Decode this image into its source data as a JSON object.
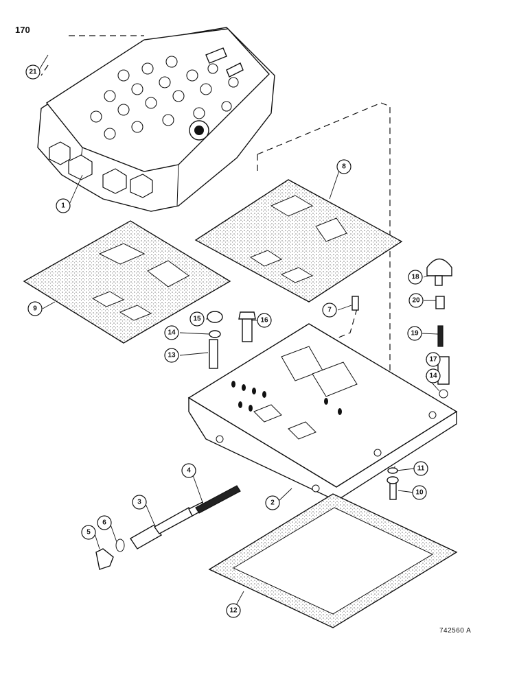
{
  "page_number": "170",
  "drawing_code": "742560 A",
  "callouts": [
    {
      "id": "1",
      "label": "1"
    },
    {
      "id": "2",
      "label": "2"
    },
    {
      "id": "3",
      "label": "3"
    },
    {
      "id": "4",
      "label": "4"
    },
    {
      "id": "5",
      "label": "5"
    },
    {
      "id": "6",
      "label": "6"
    },
    {
      "id": "7",
      "label": "7"
    },
    {
      "id": "8",
      "label": "8"
    },
    {
      "id": "9",
      "label": "9"
    },
    {
      "id": "10",
      "label": "10"
    },
    {
      "id": "11",
      "label": "11"
    },
    {
      "id": "12",
      "label": "12"
    },
    {
      "id": "13",
      "label": "13"
    },
    {
      "id": "14a",
      "label": "14"
    },
    {
      "id": "14b",
      "label": "14"
    },
    {
      "id": "15",
      "label": "15"
    },
    {
      "id": "16",
      "label": "16"
    },
    {
      "id": "17",
      "label": "17"
    },
    {
      "id": "18",
      "label": "18"
    },
    {
      "id": "19",
      "label": "19"
    },
    {
      "id": "20",
      "label": "20"
    },
    {
      "id": "21",
      "label": "21"
    }
  ]
}
